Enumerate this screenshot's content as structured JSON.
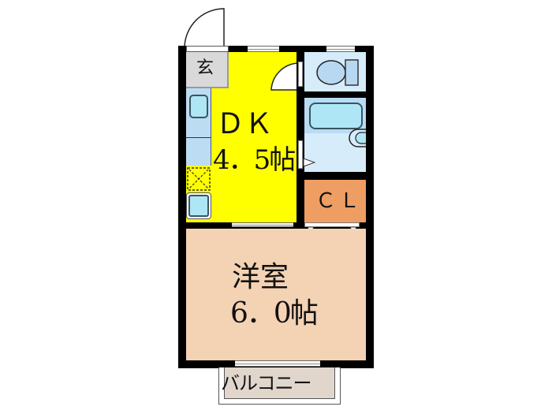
{
  "floorplan": {
    "rooms": {
      "genkan": {
        "label": "玄",
        "color": "#d9d9d9"
      },
      "dk": {
        "label_line1": "ＤＫ",
        "label_line2": "4．5帖",
        "color": "#ffff00"
      },
      "toilet": {
        "color": "#d6ecfb"
      },
      "bath": {
        "color": "#d6ecfb"
      },
      "closet": {
        "label": "ＣＬ",
        "color": "#ee9d63"
      },
      "western_room": {
        "label_line1": "洋室",
        "label_line2": "6．0帖",
        "color": "#f4d2b4"
      },
      "balcony": {
        "label": "バルコニー",
        "color": "#e0d6cc"
      }
    },
    "colors": {
      "wall": "#000000",
      "fixture_fill": "#aee6f6",
      "fixture_stroke": "#3a5560",
      "kitchen_counter": "#bcdcf4"
    },
    "icons": [
      "entrance-door-swing-icon",
      "interior-door-swing-icon",
      "toilet-icon",
      "bathtub-icon",
      "washbasin-icon",
      "sink-icon",
      "stove-icon",
      "washing-machine-space-icon",
      "fridge-space-icon",
      "closet-door-marker-icon"
    ]
  }
}
